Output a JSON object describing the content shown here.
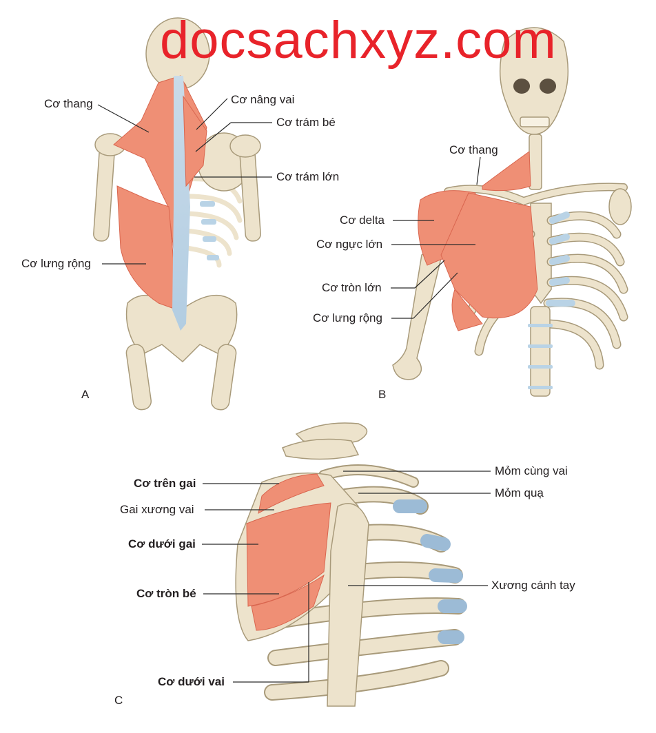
{
  "watermark": "docsachxyz.com",
  "colors": {
    "bone": "#ede3cc",
    "bone_stroke": "#a89a7a",
    "muscle": "#ef8f75",
    "muscle_dark": "#d9664f",
    "cartilage": "#b9d3e6",
    "leader": "#2a2a2a",
    "watermark": "#e8232a"
  },
  "panels": {
    "a": "A",
    "b": "B",
    "c": "C"
  },
  "panel_a": {
    "trapezius": "Cơ thang",
    "levator_scapulae": "Cơ nâng vai",
    "rhomboid_minor": "Cơ trám bé",
    "rhomboid_major": "Cơ trám lớn",
    "latissimus_dorsi": "Cơ lưng rộng"
  },
  "panel_b": {
    "trapezius": "Cơ thang",
    "deltoid": "Cơ delta",
    "pectoralis_major": "Cơ ngực lớn",
    "teres_major": "Cơ tròn lớn",
    "latissimus_dorsi": "Cơ lưng rộng"
  },
  "panel_c": {
    "supraspinatus": "Cơ trên gai",
    "spine_of_scapula": "Gai xương vai",
    "infraspinatus": "Cơ dưới gai",
    "teres_minor": "Cơ tròn bé",
    "subscapularis": "Cơ dưới vai",
    "acromion": "Mỏm cùng vai",
    "coracoid": "Mỏm quạ",
    "humerus": "Xương cánh tay"
  }
}
